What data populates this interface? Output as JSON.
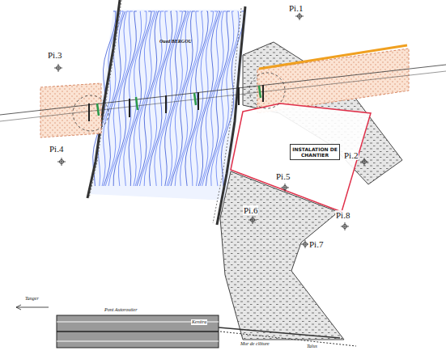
{
  "diagram": {
    "nodes": [
      {
        "text": [
          "INSTALATION DE CHANTIER"
        ]
      }
    ],
    "labels": [
      "Pi.1",
      "Pi.3",
      "Pi.4",
      "Pi.2",
      "Pi.5",
      "Pi.6",
      "Pi.8",
      "Pi.7",
      "Oued BERGOU",
      "Tanger",
      "Pont Autoroutier",
      "Kenitra",
      "Mur de clôture",
      "Talus"
    ]
  }
}
